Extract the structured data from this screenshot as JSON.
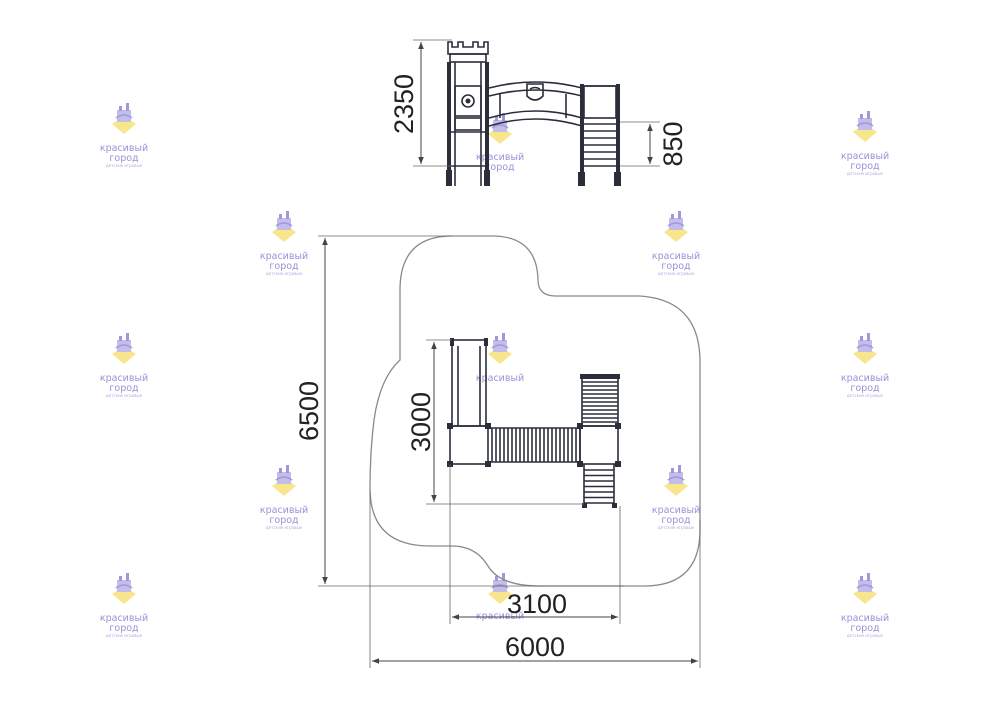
{
  "diagram": {
    "dimensions": {
      "height_overall": "2350",
      "platform_height": "850",
      "zone_depth": "6500",
      "equipment_depth": "3000",
      "equipment_width": "3100",
      "zone_width": "6000"
    },
    "watermark": {
      "brand": "красивый",
      "brand_line2": "город",
      "tagline": "детские игровые"
    },
    "colors": {
      "ink": "#2a2d3a",
      "zone_outline": "#8a8a8a",
      "watermark_purple": "#8f86d4",
      "watermark_yellow": "#f6e27a"
    }
  }
}
